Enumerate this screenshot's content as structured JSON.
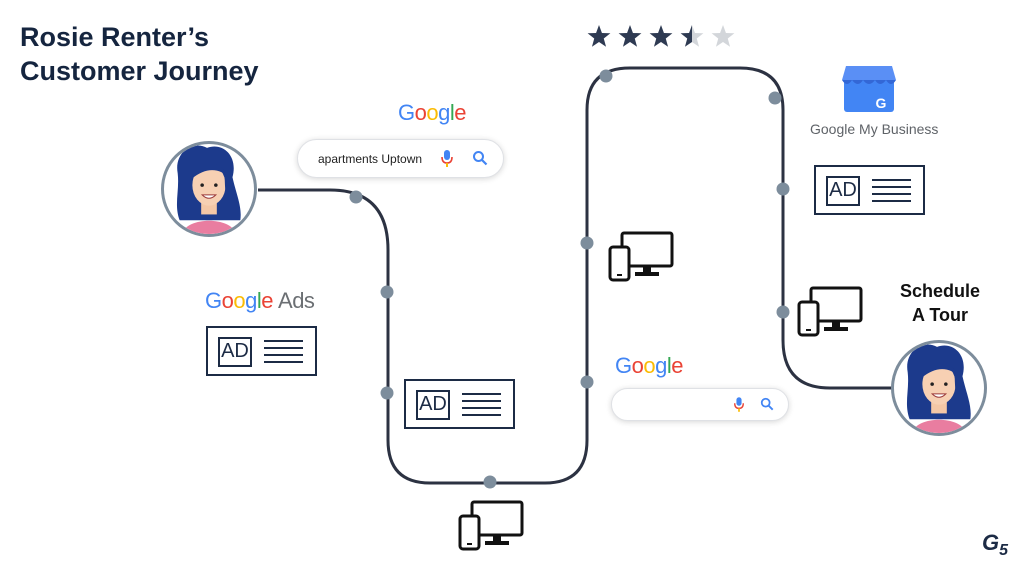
{
  "title": {
    "line1": "Rosie Renter’s",
    "line2": "Customer Journey"
  },
  "rating": {
    "value": 3.5,
    "max": 5,
    "filled_color": "#2e3a52",
    "empty_color": "#d3d6da"
  },
  "google_ads": {
    "logo_text": "Google",
    "suffix": "Ads",
    "ad_label": "AD"
  },
  "search_top": {
    "logo_text": "Google",
    "query": "apartments Uptown"
  },
  "ad_middle": {
    "ad_label": "AD"
  },
  "search_bottom": {
    "logo_text": "Google",
    "query": ""
  },
  "gmb": {
    "label": "Google My Business",
    "ad_label": "AD"
  },
  "cta": {
    "line1": "Schedule",
    "line2": "A Tour"
  },
  "brand": {
    "letter": "G",
    "number": "5"
  },
  "colors": {
    "path": "#2c3242",
    "node": "#7d8d9c",
    "navy": "#1c2b45",
    "google_blue": "#4285F4",
    "google_red": "#EA4335",
    "google_yellow": "#FBBC05",
    "google_green": "#34A853"
  },
  "icons": [
    "search-icon",
    "microphone-icon",
    "devices-icon",
    "storefront-icon",
    "star-icon",
    "avatar-icon"
  ]
}
